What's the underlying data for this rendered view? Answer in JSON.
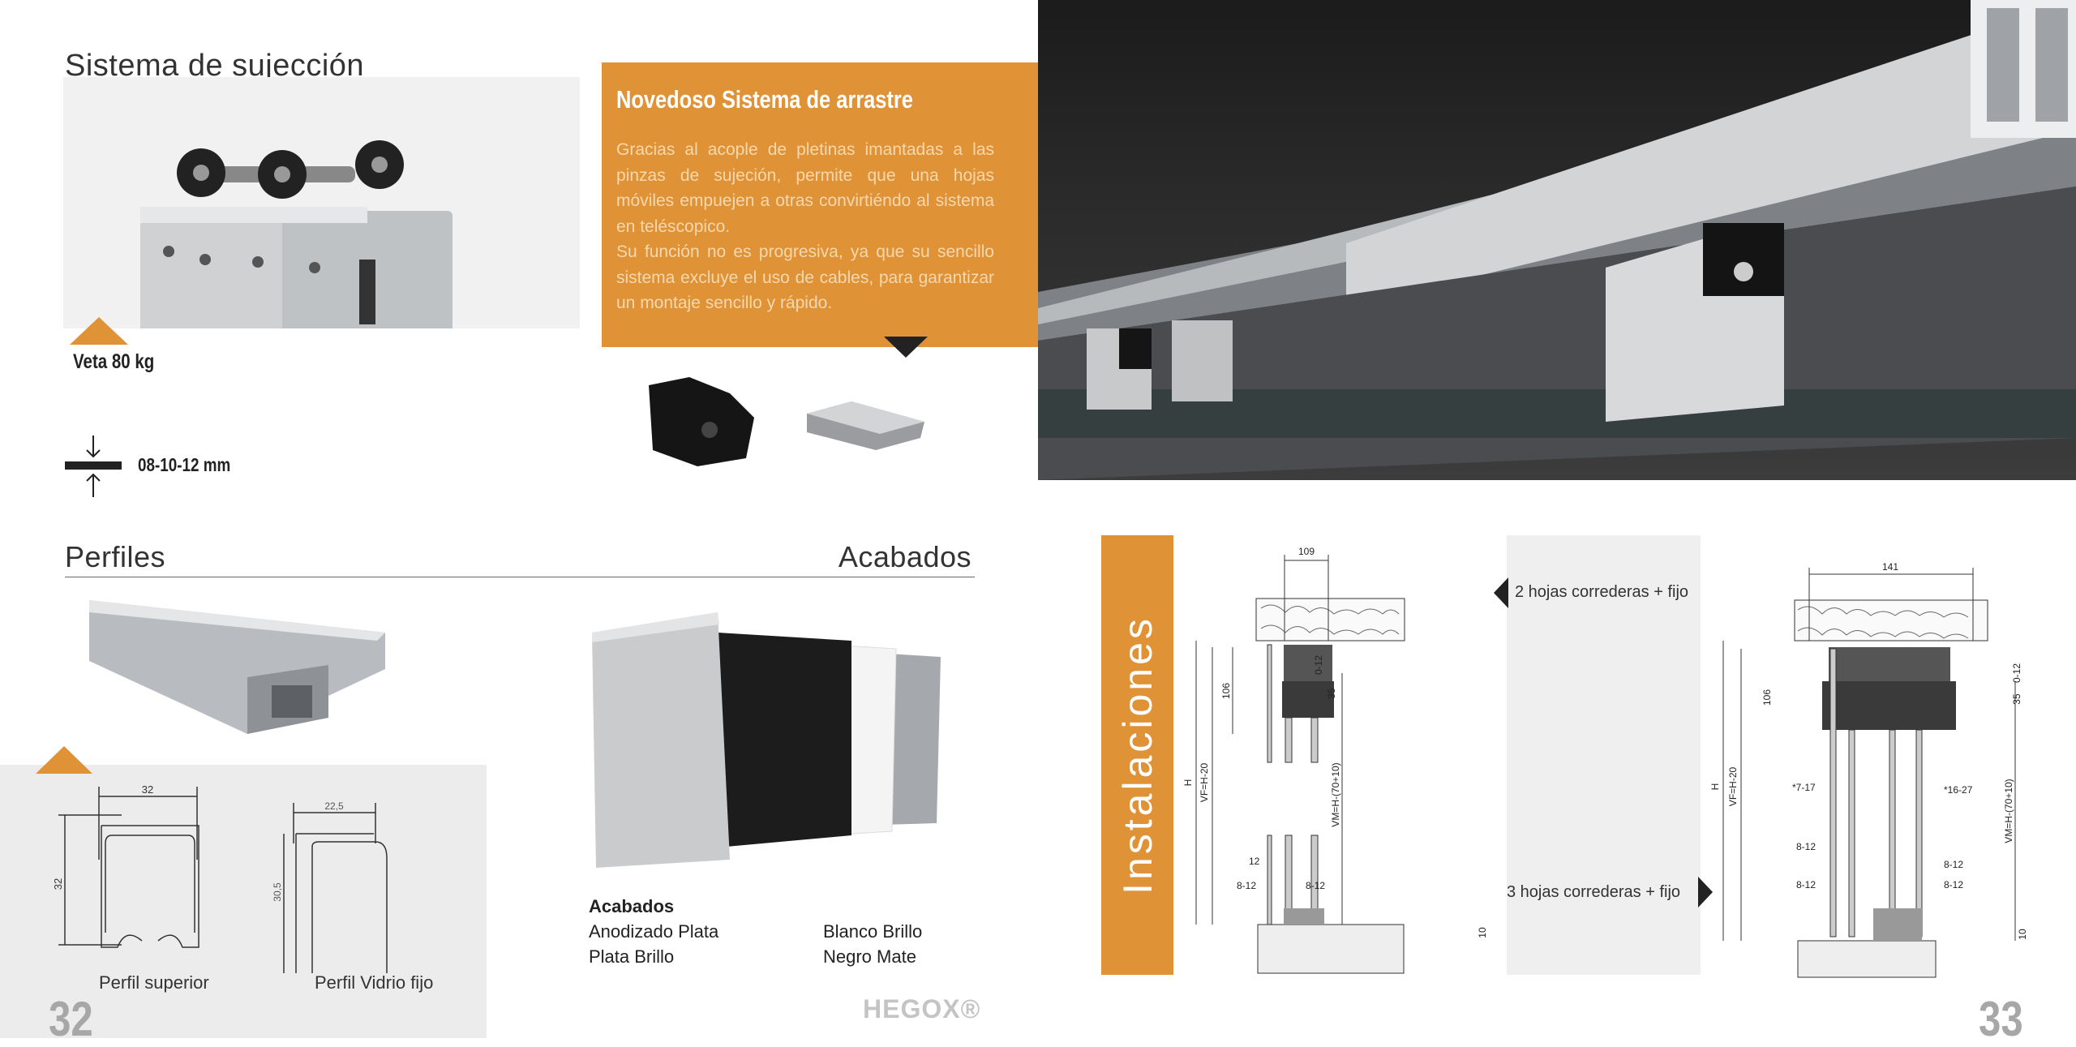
{
  "left_page": {
    "section1_title": "Sistema de sujección",
    "weight_label": "Veta 80 kg",
    "glass_thickness": "08-10-12 mm",
    "drag_box": {
      "title": "Novedoso Sistema de arrastre",
      "paragraph1": "Gracias al acople de pletinas imantadas a las pinzas de sujeción, permite que una hojas móviles empuejen a otras convirtiéndo al sistema en teléscopico.",
      "paragraph2": "Su función no es progresiva, ya que su sencillo sistema excluye el uso de cables, para garantizar un montaje sencillo y rápido."
    },
    "section2_title": "Perfiles",
    "section3_title": "Acabados",
    "profiles": [
      {
        "label": "Perfil superior",
        "width": "32",
        "height": "32"
      },
      {
        "label": "Perfil Vidrio fijo",
        "width": "22,5",
        "height": "30,5"
      }
    ],
    "finishes": {
      "heading": "Acabados",
      "items": [
        "Anodizado Plata",
        "Plata Brillo",
        "Blanco Brillo",
        "Negro Mate"
      ]
    },
    "brand": "HEGOX®",
    "page_number": "32"
  },
  "right_page": {
    "installations_title": "Instalaciones",
    "label_2_leaves": "2 hojas correderas + fijo",
    "label_3_leaves": "3 hojas correderas + fijo",
    "diagram1": {
      "width": "109",
      "h": "H",
      "vf": "VF=H-20",
      "vm": "VM=H-(70+10)",
      "d106": "106",
      "d012": "0-12",
      "d35": "35",
      "d12": "12",
      "d812a": "8-12",
      "d812b": "8-12",
      "d10": "10"
    },
    "diagram2": {
      "width": "141",
      "h": "H",
      "vf": "VF=H-20",
      "vm": "VM=H-(70+10)",
      "d106": "106",
      "d012": "0-12",
      "d35": "35",
      "d717": "*7-17",
      "d1627": "*16-27",
      "d812a": "8-12",
      "d812b": "8-12",
      "d812c": "8-12",
      "d812d": "8-12",
      "d10": "10"
    },
    "page_number": "33"
  },
  "colors": {
    "accent": "#e09236",
    "dark": "#222222",
    "panel": "#ececec"
  }
}
